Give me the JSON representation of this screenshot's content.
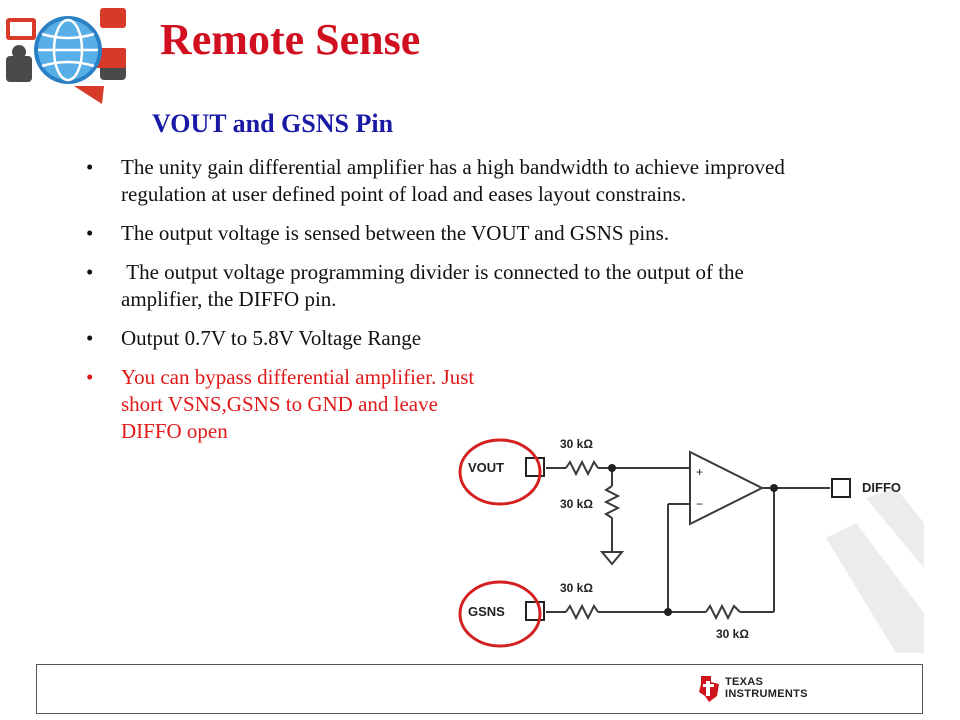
{
  "slide": {
    "title": "Remote Sense",
    "subtitle": "VOUT and GSNS Pin",
    "bullet_symbol": "•",
    "bullets": [
      "The unity gain differential amplifier has a high bandwidth to achieve improved regulation at user defined point of load and eases layout constrains.",
      "The output voltage is sensed between the VOUT and GSNS pins.",
      " The output voltage programming divider is connected to the output of the amplifier, the DIFFO pin.",
      "Output 0.7V to 5.8V Voltage Range",
      "You can bypass differential amplifier. Just short VSNS,GSNS to GND and leave DIFFO open"
    ]
  },
  "circuit": {
    "vout_label": "VOUT",
    "gsns_label": "GSNS",
    "diffo_label": "DIFFO",
    "r_top": "30 kΩ",
    "r_shunt": "30 kΩ",
    "r_gsns": "30 kΩ",
    "r_feedback": "30 kΩ",
    "plus_sign": "+",
    "minus_sign": "−"
  },
  "footer": {
    "brand_line1": "TEXAS",
    "brand_line2": "INSTRUMENTS"
  },
  "colors": {
    "title": "#d01020",
    "subtitle": "#1a1aa6",
    "highlight_bullet": "#e01818",
    "circle_annotation": "#d42020"
  }
}
